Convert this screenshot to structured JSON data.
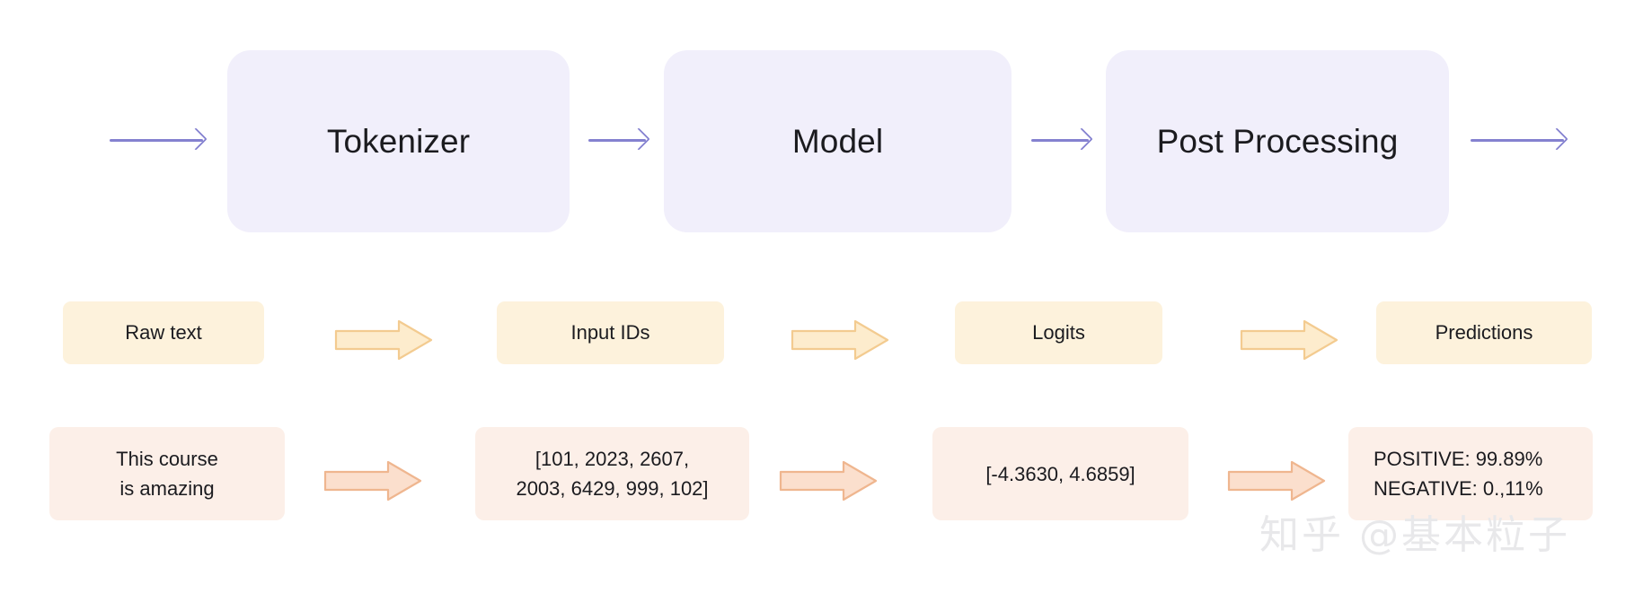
{
  "diagram": {
    "title": "NLP pipeline: tokenizer, model, post processing",
    "colors": {
      "stage_fill": "#f1effb",
      "stage_text": "#1b1b1f",
      "line_arrow": "#8481d0",
      "label_chip_fill": "#fdf2dc",
      "label_arrow_fill": "#fdeccd",
      "label_arrow_stroke": "#f2c98a",
      "value_chip_fill": "#fcefe8",
      "value_arrow_fill": "#fbdfcd",
      "value_arrow_stroke": "#efab83",
      "background": "#ffffff",
      "watermark": "#e8e8ea"
    },
    "stages": [
      {
        "id": "tokenizer",
        "label": "Tokenizer"
      },
      {
        "id": "model",
        "label": "Model"
      },
      {
        "id": "post-processing",
        "label": "Post Processing"
      }
    ],
    "stage_arrows": [
      {
        "id": "input-arrow"
      },
      {
        "id": "tokenizer-to-model-arrow"
      },
      {
        "id": "model-to-post-arrow"
      },
      {
        "id": "output-arrow"
      }
    ],
    "labels": [
      {
        "id": "raw-text",
        "label": "Raw text"
      },
      {
        "id": "input-ids",
        "label": "Input IDs"
      },
      {
        "id": "logits",
        "label": "Logits"
      },
      {
        "id": "predictions",
        "label": "Predictions"
      }
    ],
    "label_arrows": [
      {
        "id": "raw-text-to-input-ids-arrow"
      },
      {
        "id": "input-ids-to-logits-arrow"
      },
      {
        "id": "logits-to-predictions-arrow"
      }
    ],
    "values": [
      {
        "id": "raw-text-value",
        "lines": [
          "This course",
          "is amazing"
        ]
      },
      {
        "id": "input-ids-value",
        "lines": [
          "[101, 2023, 2607,",
          "2003, 6429, 999, 102]"
        ]
      },
      {
        "id": "logits-value",
        "lines": [
          "[-4.3630, 4.6859]"
        ]
      },
      {
        "id": "predictions-value",
        "lines": [
          "POSITIVE: 99.89%",
          "NEGATIVE: 0.,11%"
        ]
      }
    ],
    "value_arrows": [
      {
        "id": "raw-text-value-to-ids-value-arrow"
      },
      {
        "id": "ids-value-to-logits-value-arrow"
      },
      {
        "id": "logits-value-to-predictions-value-arrow"
      }
    ],
    "watermark": "知乎 @基本粒子"
  }
}
